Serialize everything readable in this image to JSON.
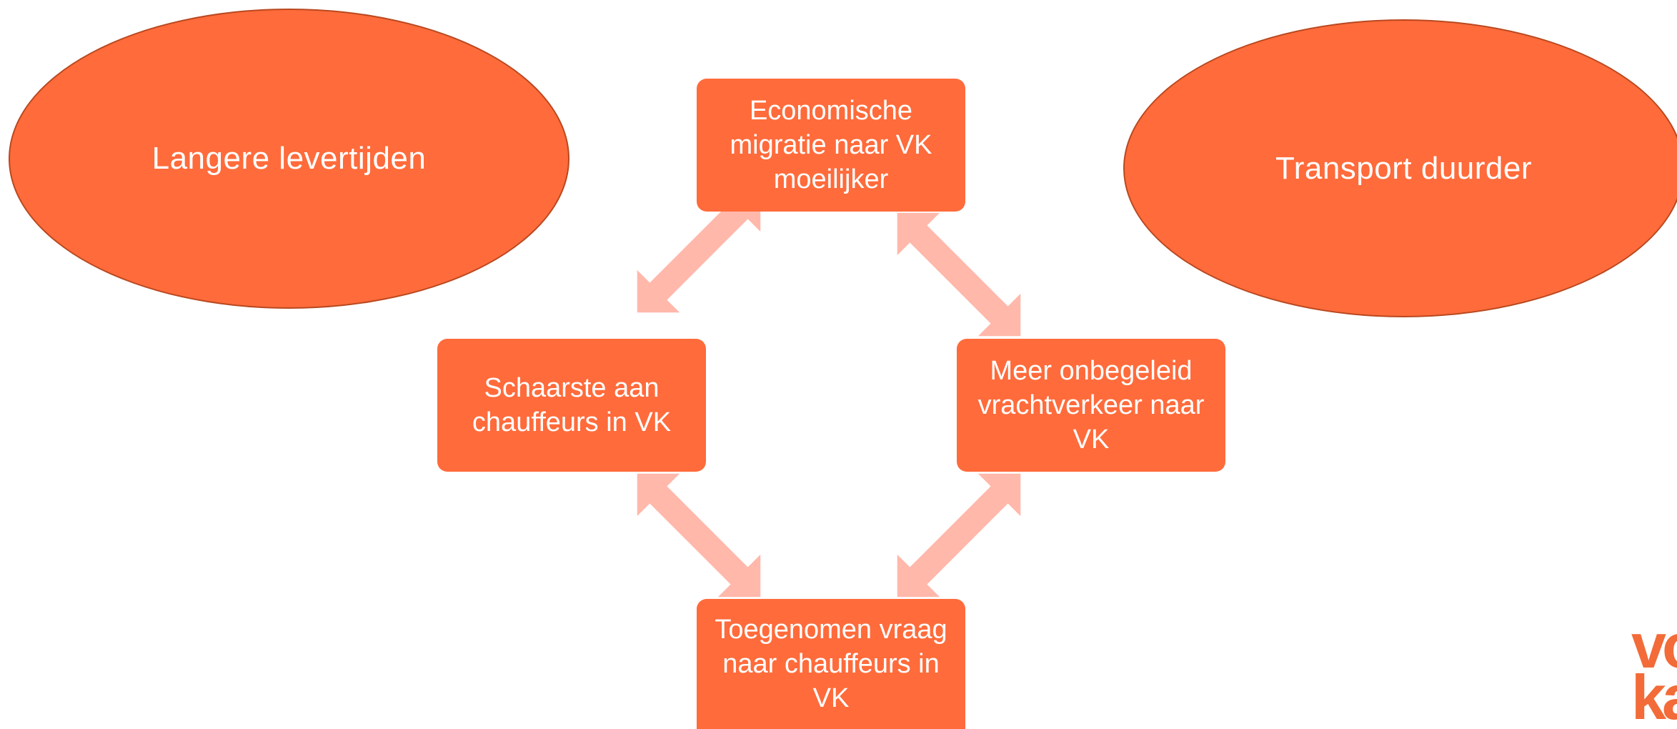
{
  "colors": {
    "accent": "#ff6b3b",
    "arrow": "#ffb8aa",
    "ellipse_border": "#b9481f",
    "text": "#ffffff",
    "logo": "#f26b38"
  },
  "ellipses": {
    "left": "Langere levertijden",
    "right": "Transport duurder"
  },
  "boxes": {
    "top": "Economische migratie naar VK moeilijker",
    "left": "Schaarste aan chauffeurs in VK",
    "right": "Meer onbegeleid vrachtverkeer naar VK",
    "bottom": "Toegenomen vraag naar chauffeurs in VK"
  },
  "logo": {
    "line1": "vo",
    "line2": "ka"
  }
}
